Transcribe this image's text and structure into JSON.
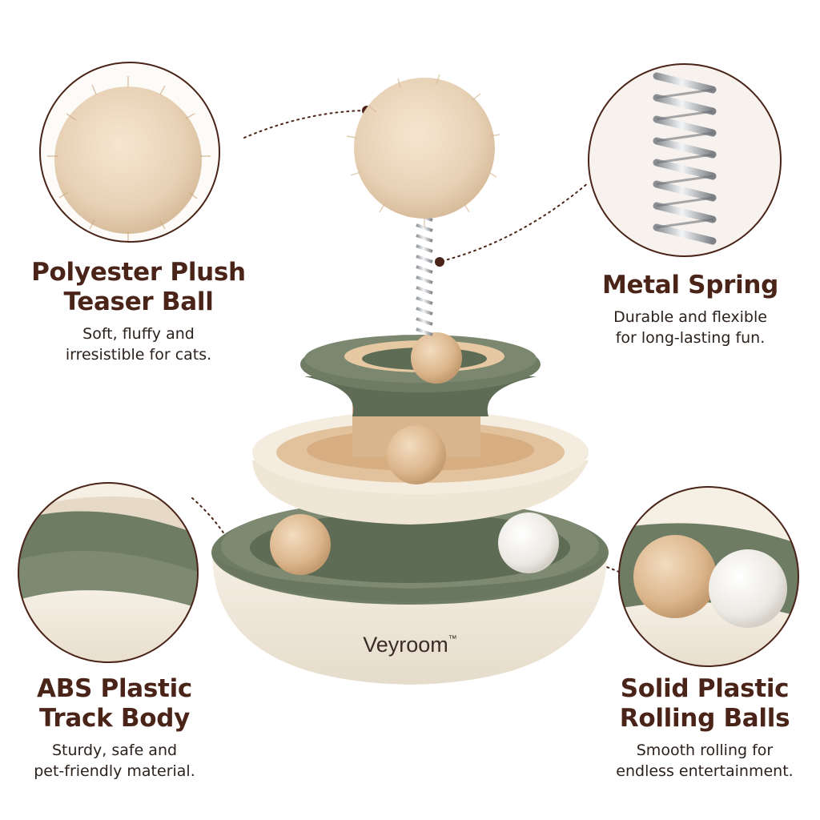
{
  "brand": {
    "name": "Veyroom",
    "mark": "™"
  },
  "features": [
    {
      "title_line1": "Polyester Plush",
      "title_line2": "Teaser Ball",
      "desc_line1": "Soft, fluffy and",
      "desc_line2": "irresistible for cats.",
      "icon": "plush-ball-icon"
    },
    {
      "title_line1": "Metal Spring",
      "title_line2": "",
      "desc_line1": "Durable and flexible",
      "desc_line2": "for long-lasting fun.",
      "icon": "spring-icon"
    },
    {
      "title_line1": "ABS Plastic",
      "title_line2": "Track Body",
      "desc_line1": "Sturdy, safe and",
      "desc_line2": "pet-friendly material.",
      "icon": "track-icon"
    },
    {
      "title_line1": "Solid Plastic",
      "title_line2": "Rolling Balls",
      "desc_line1": "Smooth rolling for",
      "desc_line2": "endless entertainment.",
      "icon": "rolling-balls-icon"
    }
  ],
  "colors": {
    "olive": "#6f7c64",
    "cream": "#f1e9dc",
    "tan": "#d9b58e",
    "plush": "#ecd7bd",
    "dot_brown": "#4a2418",
    "title_brown": "#4a2418"
  }
}
